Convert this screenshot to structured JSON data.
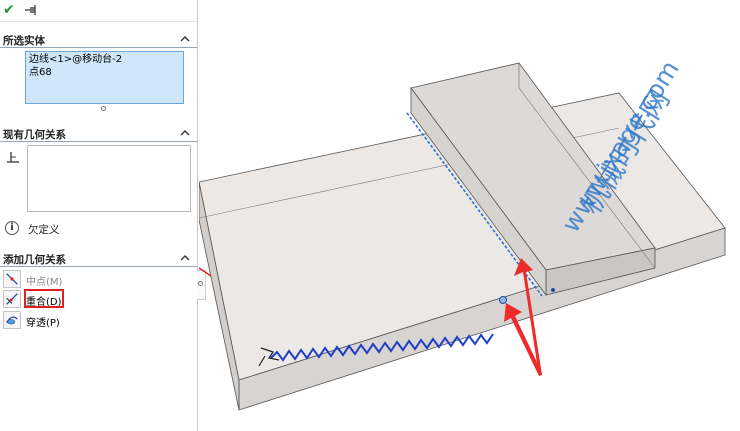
{
  "panel": {
    "toolbar": {
      "ok_icon": "check-icon",
      "pin_icon": "pushpin-icon"
    },
    "selected_entities": {
      "title": "所选实体",
      "items": [
        "边线<1>@移动台-2",
        "点68"
      ]
    },
    "existing_relations": {
      "title": "现有几何关系",
      "status": "欠定义"
    },
    "add_relations": {
      "title": "添加几何关系",
      "items": [
        {
          "label": "中点(M)",
          "icon": "midpoint-icon"
        },
        {
          "label": "重合(D)",
          "icon": "coincident-icon"
        },
        {
          "label": "穿透(P)",
          "icon": "pierce-icon"
        }
      ]
    }
  },
  "watermark": {
    "line1": "机械时代网",
    "line2": "www.jxage.com"
  },
  "colors": {
    "accent": "#2f78c8",
    "selection": "#cfe6fb",
    "highlight": "#e02020",
    "ok": "#1f9a2e"
  }
}
